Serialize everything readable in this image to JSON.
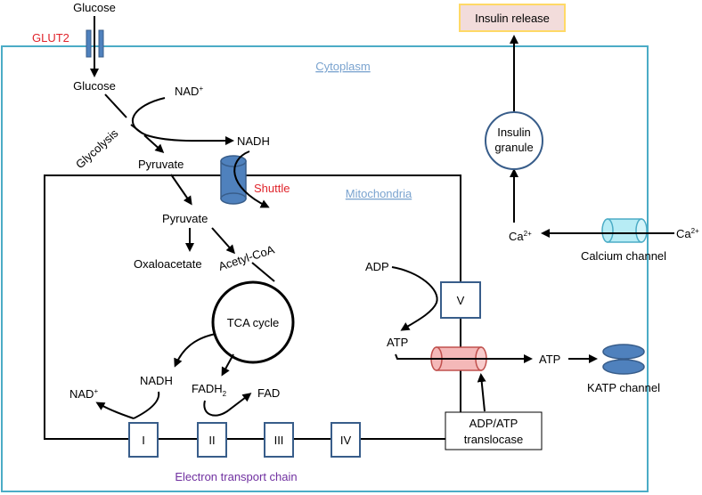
{
  "labels": {
    "glucose_top": "Glucose",
    "glut2": "GLUT2",
    "glucose": "Glucose",
    "cytoplasm": "Cytoplasm",
    "nad_plus": "NAD",
    "plus_sup": "+",
    "glycolysis": "Glycolysis",
    "nadh_top": "NADH",
    "pyruvate_cyto": "Pyruvate",
    "shuttle": "Shuttle",
    "mitochondria": "Mitochondria",
    "pyruvate_mito": "Pyruvate",
    "oxaloacetate": "Oxaloacetate",
    "acetyl_coa": "Acetyl-CoA",
    "tca": "TCA cycle",
    "nadh_bottom": "NADH",
    "nad_plus_bottom": "NAD",
    "fadh": "FADH",
    "fadh_sub": "2",
    "fad": "FAD",
    "adp": "ADP",
    "v_complex": "V",
    "atp_inner": "ATP",
    "atp_outer": "ATP",
    "translocase_line1": "ADP/ATP",
    "translocase_line2": "translocase",
    "katp": "KATP channel",
    "insulin_release": "Insulin release",
    "insulin_granule_line1": "Insulin",
    "insulin_granule_line2": "granule",
    "ca_left": "Ca",
    "ca_right": "Ca",
    "ca_sup": "2+",
    "calcium_channel": "Calcium channel",
    "etc": "Electron transport chain",
    "complex_1": "I",
    "complex_2": "II",
    "complex_3": "III",
    "complex_4": "IV"
  },
  "colors": {
    "cell_border": "#4bacc6",
    "channel_blue": "#4f81bd",
    "channel_blue_dark": "#385d8a",
    "complex_border": "#385d8a",
    "calcium_fill": "#b7ecf5",
    "translocase_fill": "#f4b8b8",
    "insulin_release_fill": "#f2dcdb",
    "insulin_release_border": "#ffd966"
  }
}
